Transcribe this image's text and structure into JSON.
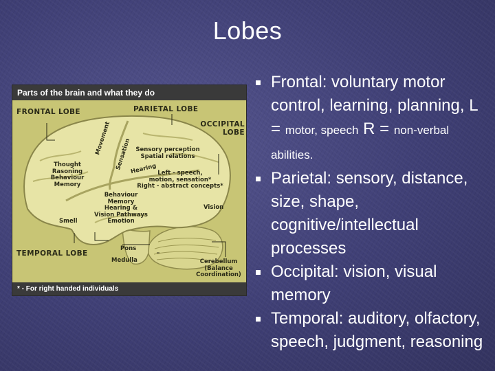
{
  "slide": {
    "title": "Lobes"
  },
  "figure": {
    "header": "Parts of the brain and what they do",
    "footer": "* - For right handed individuals",
    "labels": {
      "frontal_lobe": "FRONTAL LOBE",
      "parietal_lobe": "PARIETAL LOBE",
      "occipital_lobe": [
        "OCCIPITAL",
        "LOBE"
      ],
      "temporal_lobe": "TEMPORAL LOBE",
      "thought": [
        "Thought",
        "Rasoning",
        "Behaviour",
        "Memory"
      ],
      "movement": "Movement",
      "sensation": "Sensation",
      "sensory": [
        "Sensory perception",
        "Spatial relations"
      ],
      "hearing": "Hearing",
      "left": [
        "Left - speech,",
        "motion, sensation*",
        "Right - abstract concepts*"
      ],
      "behaviour": [
        "Behaviour",
        "Memory",
        "Hearing &",
        "Vision Pathways",
        "Emotion"
      ],
      "smell": "Smell",
      "vision": "Vision",
      "pons": "Pons",
      "medulla": "Medulla",
      "cerebellum": [
        "Cerebellum",
        "(Balance",
        "Coordination)"
      ]
    }
  },
  "bullets": [
    {
      "main": "Frontal: voluntary motor control, learning, planning, L = ",
      "small1": "motor, speech",
      "mid": " R = ",
      "small2": "non-verbal abilities."
    },
    {
      "main": "Parietal: sensory, distance, size, shape, cognitive/intellectual processes"
    },
    {
      "main": "Occipital: vision, visual memory"
    },
    {
      "main": "Temporal: auditory, olfactory, speech, judgment, reasoning"
    }
  ],
  "colors": {
    "background": "#3f3f75",
    "figure_bg": "#c8c575",
    "brain": "#e7e4a6",
    "dark_band": "#3a3a3a"
  }
}
